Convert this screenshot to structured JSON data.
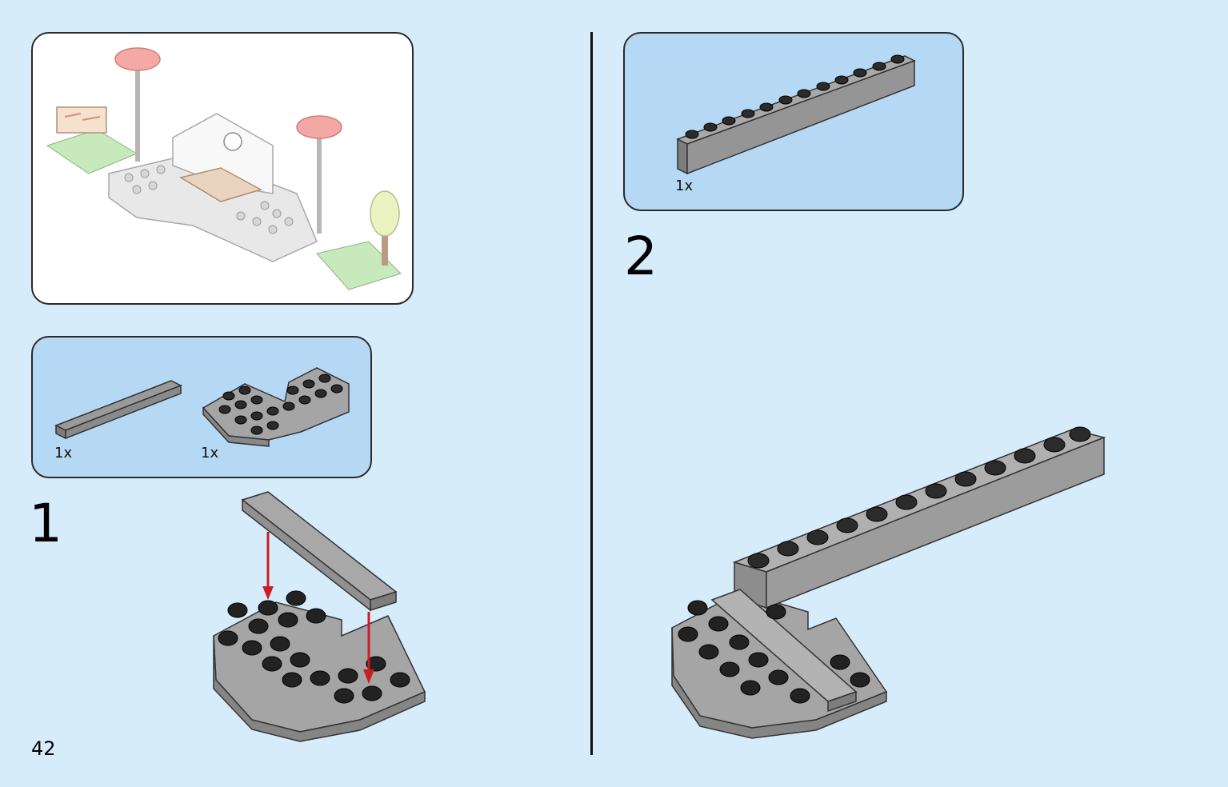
{
  "page": {
    "number": "42",
    "background_color": "#d6ecfb",
    "parts_panel_color": "#b5d9f5"
  },
  "overview": {
    "image": "finished-model-preview-icon"
  },
  "step1": {
    "number": "1",
    "parts": [
      {
        "qty": "1x",
        "icon": "tile-1x8-icon"
      },
      {
        "qty": "1x",
        "icon": "round-corner-plate-icon"
      }
    ],
    "arrow_color": "#c81e24"
  },
  "step2": {
    "number": "2",
    "parts": [
      {
        "qty": "1x",
        "icon": "brick-1x12-icon"
      }
    ]
  }
}
